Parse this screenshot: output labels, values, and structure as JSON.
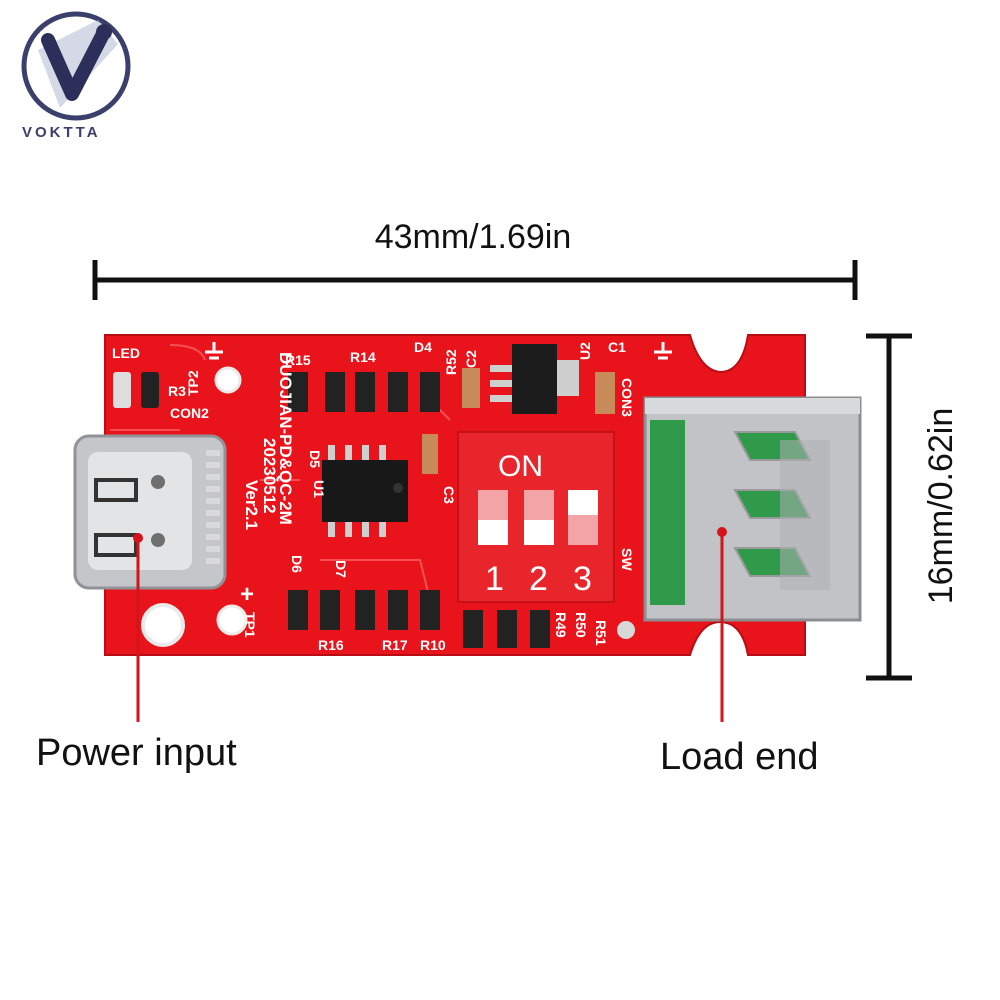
{
  "brand": {
    "name": "VOKTTA",
    "logo": "v-logo-badge"
  },
  "dimensions": {
    "width_label": "43mm/1.69in",
    "height_label": "16mm/0.62in"
  },
  "callouts": {
    "left": "Power input",
    "right": "Load end"
  },
  "board": {
    "silkscreen": {
      "led": "LED",
      "tp2": "TP2",
      "r3": "R3",
      "con2": "CON2",
      "r15": "R15",
      "r14": "R14",
      "d4": "D4",
      "r52": "R52",
      "c2": "C2",
      "u2": "U2",
      "c1": "C1",
      "con3": "CON3",
      "d5": "D5",
      "u1": "U1",
      "line1": "20230512",
      "line2": "DUOJIAN-PD&QC-2M",
      "line3": "Ver2.1",
      "c3": "C3",
      "d6": "D6",
      "d7": "D7",
      "r16": "R16",
      "r17": "R17",
      "r10": "R10",
      "tp1": "TP1",
      "r49": "R49",
      "r50": "R50",
      "r51": "R51",
      "sw": "SW"
    },
    "dip_switch": {
      "on_label": "ON",
      "positions": [
        "1",
        "2",
        "3"
      ]
    },
    "colors": {
      "pcb": "#e8131b",
      "switch": "#e8252a",
      "connector_metal": "#b9bcc0"
    }
  }
}
